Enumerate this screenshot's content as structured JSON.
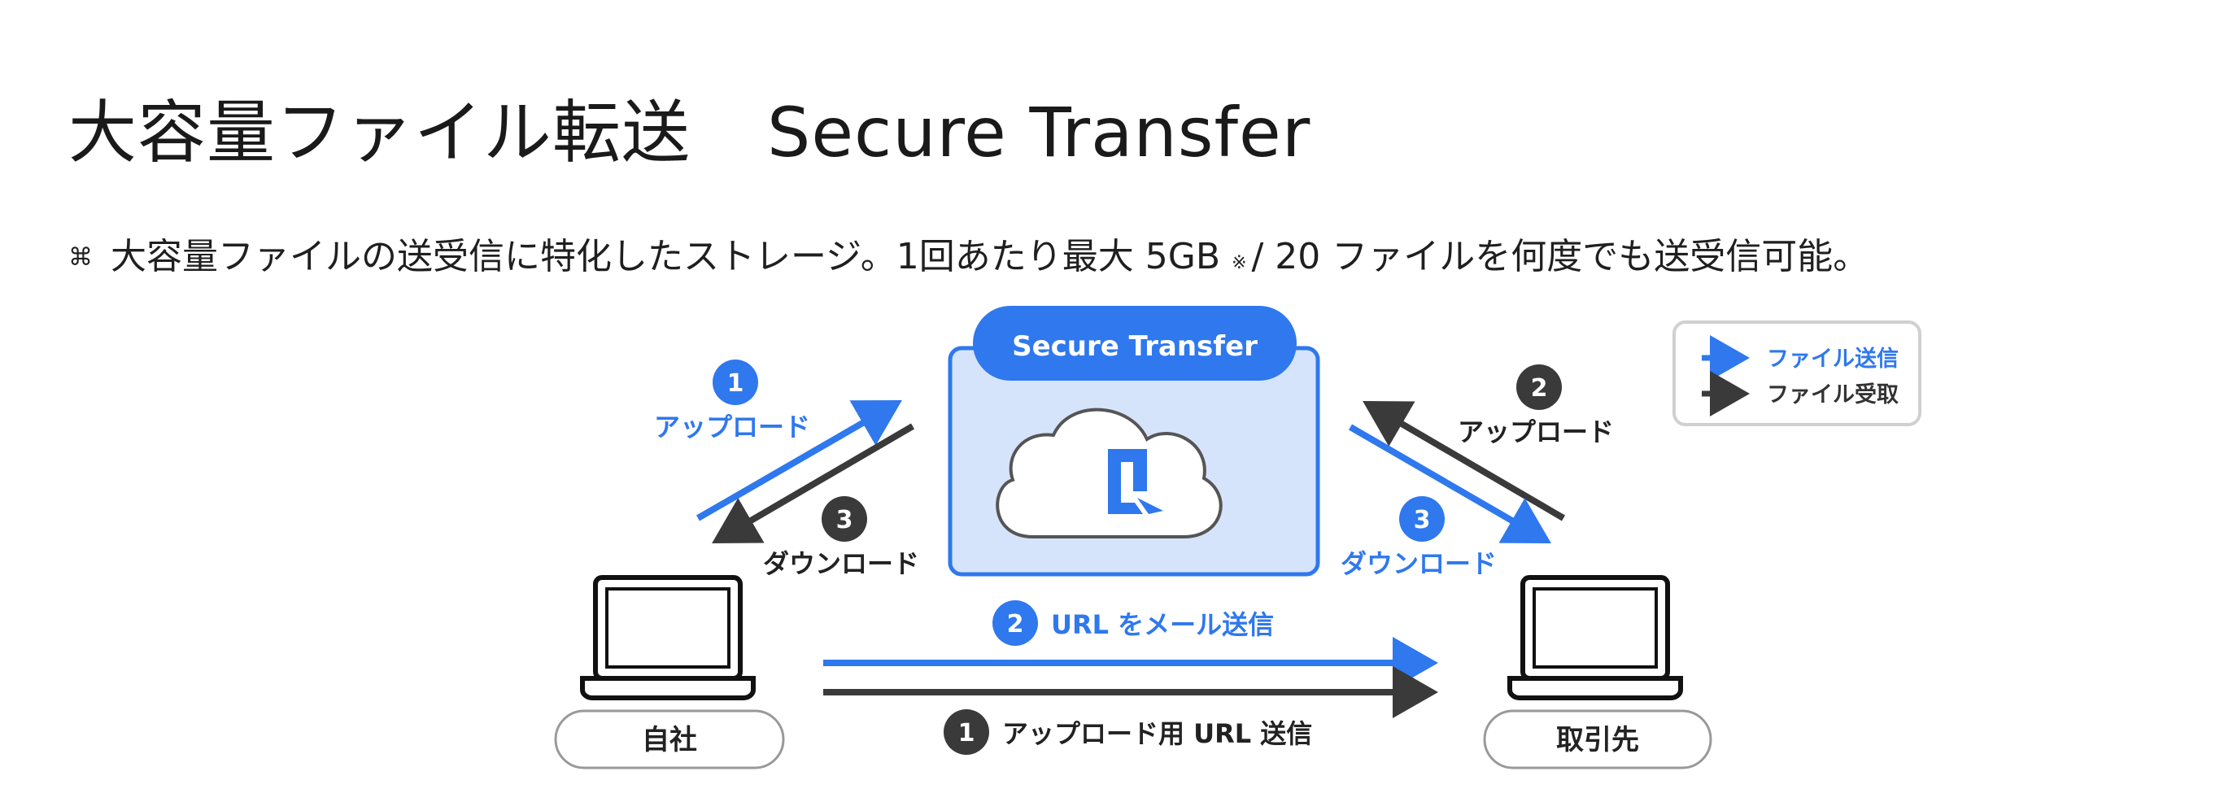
{
  "title": {
    "ja": "大容量ファイル転送",
    "en": "Secure Transfer"
  },
  "description": {
    "bullet_mark": "⌘",
    "text_before": "大容量ファイルの送受信に特化したストレージ。1回あたり最大 5GB",
    "note": "※",
    "text_after": "/ 20 ファイルを何度でも送受信可能。"
  },
  "diagram": {
    "server_label": "Secure Transfer",
    "left_party": "自社",
    "right_party": "取引先",
    "steps": {
      "left_upload": {
        "num": "1",
        "label": "アップロード",
        "color": "#2f78ee"
      },
      "left_download": {
        "num": "3",
        "label": "ダウンロード",
        "color": "#3a3a3a"
      },
      "right_upload": {
        "num": "2",
        "label": "アップロード",
        "color": "#3a3a3a"
      },
      "right_download": {
        "num": "3",
        "label": "ダウンロード",
        "color": "#2f78ee"
      },
      "url_mail": {
        "num": "2",
        "label": "URL をメール送信",
        "color": "#2f78ee"
      },
      "upload_url": {
        "num": "1",
        "label": "アップロード用 URL 送信",
        "color": "#3a3a3a"
      }
    },
    "legend": {
      "send": {
        "label": "ファイル送信",
        "color": "#2f78ee"
      },
      "receive": {
        "label": "ファイル受取",
        "color": "#3a3a3a"
      }
    }
  },
  "colors": {
    "accent": "#2f78ee",
    "dark": "#3a3a3a",
    "cloud_bg": "#d6e4fb",
    "border": "#bfbfbf"
  }
}
